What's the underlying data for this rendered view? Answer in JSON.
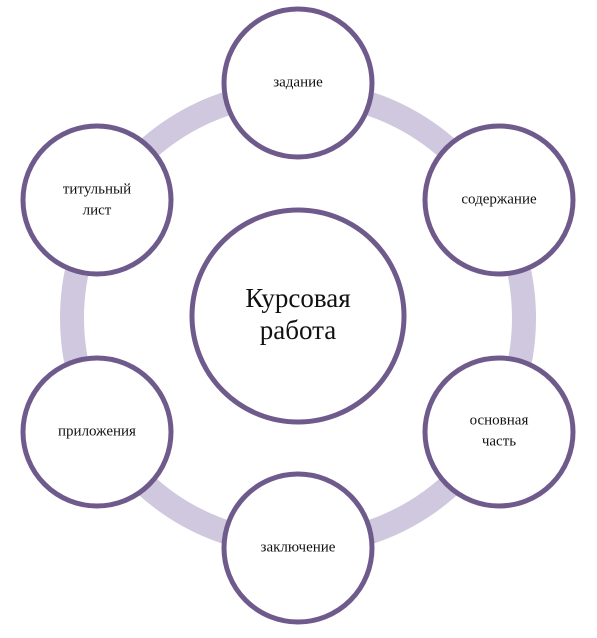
{
  "diagram": {
    "center": {
      "lines": [
        "Курсовая",
        "работа"
      ]
    },
    "nodes": [
      {
        "id": "task",
        "lines": [
          "задание"
        ]
      },
      {
        "id": "contents",
        "lines": [
          "содержание"
        ]
      },
      {
        "id": "main-part",
        "lines": [
          "основная",
          "часть"
        ]
      },
      {
        "id": "conclusion",
        "lines": [
          "заключение"
        ]
      },
      {
        "id": "appendices",
        "lines": [
          "приложения"
        ]
      },
      {
        "id": "title-page",
        "lines": [
          "титульный",
          "лист"
        ]
      }
    ],
    "colors": {
      "ring": "#cfc8de",
      "node_border": "#6f5a8c",
      "node_fill": "#ffffff",
      "text": "#111111"
    }
  }
}
